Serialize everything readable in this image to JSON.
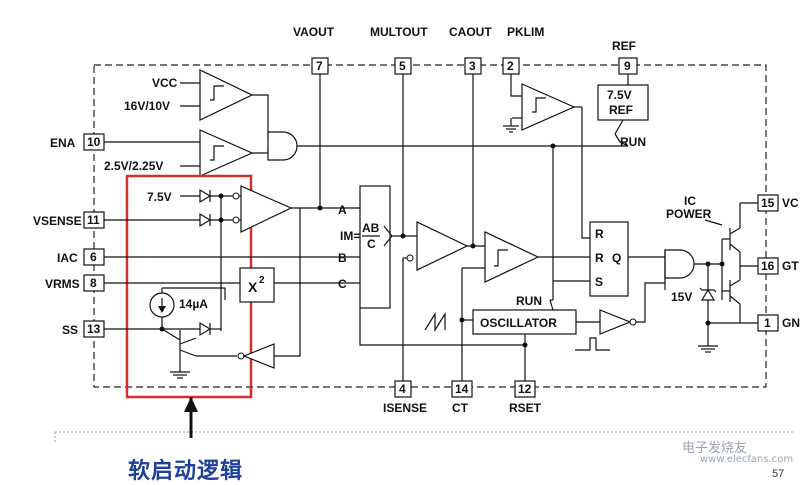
{
  "top_pins": [
    {
      "label": "VAOUT",
      "num": "7"
    },
    {
      "label": "MULTOUT",
      "num": "5"
    },
    {
      "label": "CAOUT",
      "num": "3"
    },
    {
      "label": "PKLIM",
      "num": "2"
    },
    {
      "label": "REF",
      "num": "9"
    }
  ],
  "left_pins": [
    {
      "label": "ENA",
      "num": "10"
    },
    {
      "label": "VSENSE",
      "num": "11"
    },
    {
      "label": "IAC",
      "num": "6"
    },
    {
      "label": "VRMS",
      "num": "8"
    },
    {
      "label": "SS",
      "num": "13"
    }
  ],
  "bottom_pins": [
    {
      "label": "ISENSE",
      "num": "4"
    },
    {
      "label": "CT",
      "num": "14"
    },
    {
      "label": "RSET",
      "num": "12"
    }
  ],
  "right_pins": [
    {
      "label": "VC",
      "num": "15"
    },
    {
      "label": "GT",
      "num": "16"
    },
    {
      "label": "GN",
      "num": "1"
    }
  ],
  "labels": {
    "vcc": "VCC",
    "uvlo": "16V/10V",
    "ena_th": "2.5V/2.25V",
    "v75": "7.5V",
    "i14": "14µA",
    "ref_box_1": "7.5V",
    "ref_box_2": "REF",
    "run1": "RUN",
    "run2": "RUN",
    "ic_power_1": "IC",
    "ic_power_2": "POWER",
    "zener": "15V",
    "mult_a": "A",
    "mult_b": "B",
    "mult_c": "C",
    "mult_im": "IM=",
    "mult_ab": "AB",
    "mult_c2": "C",
    "sq_x": "X",
    "sq_2": "2",
    "ff_r1": "R",
    "ff_r2": "R",
    "ff_s": "S",
    "ff_q": "Q",
    "osc": "OSCILLATOR"
  },
  "caption": "软启动逻辑",
  "watermark": {
    "brand": "电子发烧友",
    "url": "www.elecfans.com"
  },
  "page_number": "57"
}
